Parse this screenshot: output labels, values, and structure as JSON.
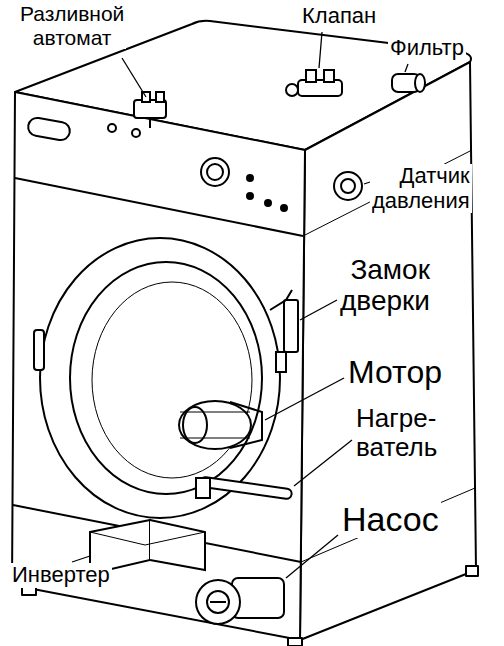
{
  "diagram": {
    "labels": [
      "Разливной автомат",
      "Клапан",
      "Фильтр",
      "Датчик давления",
      "Замок дверки",
      "Мотор",
      "Нагре- ватель",
      "Насос",
      "Инвертер"
    ]
  }
}
